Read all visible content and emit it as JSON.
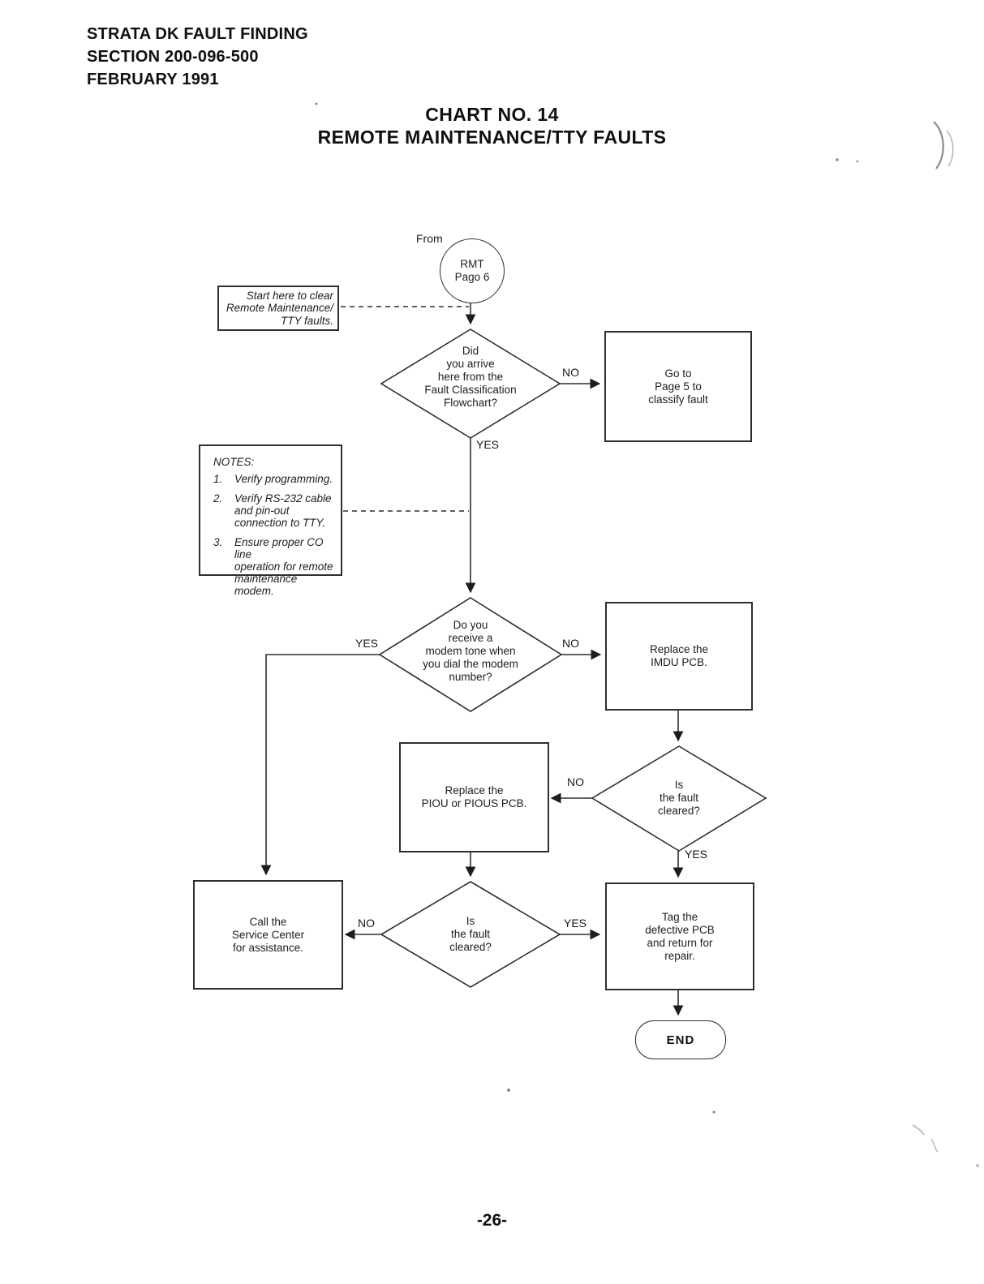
{
  "page": {
    "header_lines": [
      "STRATA DK FAULT FINDING",
      "SECTION 200-096-500",
      "FEBRUARY 1991"
    ],
    "title_line1": "CHART NO. 14",
    "title_line2": "REMOTE MAINTENANCE/TTY FAULTS",
    "page_number": "-26-"
  },
  "flowchart": {
    "from_label": "From",
    "start_circle": "RMT\nPago 6",
    "start_note": "Start here to clear\nRemote Maintenance/\nTTY faults.",
    "notes": {
      "title": "NOTES:",
      "items": [
        {
          "num": "1.",
          "text": "Verify programming."
        },
        {
          "num": "2.",
          "text": "Verify RS-232 cable\nand pin-out\nconnection to TTY."
        },
        {
          "num": "3.",
          "text": "Ensure proper CO line\noperation for remote\nmaintenance modem."
        }
      ]
    },
    "decisions": {
      "d1": "Did\nyou arrive\nhere from the\nFault Classification\nFlowchart?",
      "d2": "Do you\nreceive a\nmodem tone when\nyou dial the modem\nnumber?",
      "d3": "Is\nthe fault\ncleared?",
      "d4": "Is\nthe fault\ncleared?"
    },
    "processes": {
      "go_to_page5": "Go to\nPage 5 to\nclassify fault",
      "replace_imdu": "Replace the\nIMDU PCB.",
      "replace_piou": "Replace the\nPIOU or PIOUS PCB.",
      "call_service": "Call the\nService Center\nfor assistance.",
      "tag_pcb": "Tag the\ndefective PCB\nand return for\nrepair."
    },
    "labels": {
      "no1": "NO",
      "yes1": "YES",
      "yes2": "YES",
      "no2": "NO",
      "no3": "NO",
      "yes3": "YES",
      "no4": "NO",
      "yes4": "YES"
    },
    "end_label": "END"
  },
  "colors": {
    "ink": "#1d1d1d",
    "paper": "#ffffff"
  }
}
